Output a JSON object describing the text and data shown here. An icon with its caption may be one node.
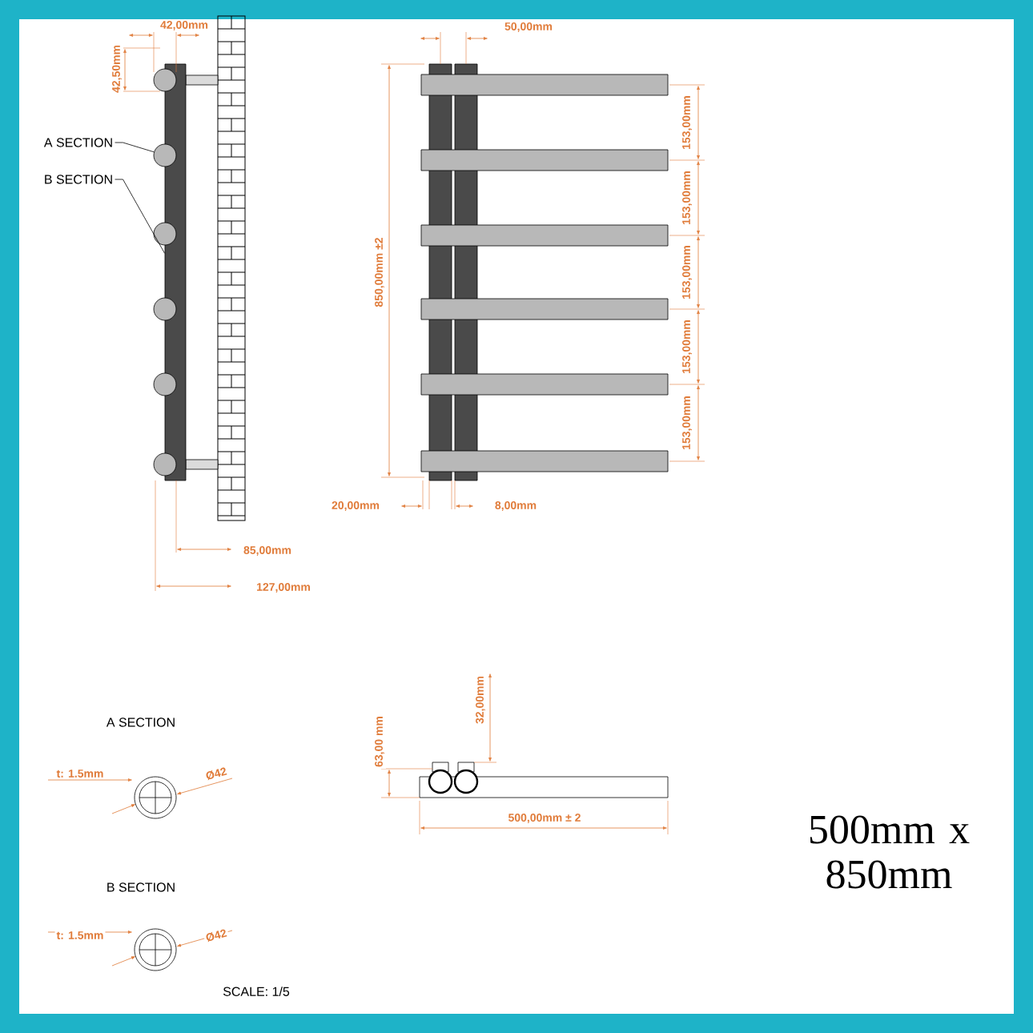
{
  "diagram": {
    "nodes": [
      {
        "text": [
          "A SECTION"
        ]
      },
      {
        "text": [
          "B SECTION"
        ]
      },
      {
        "text": [],
        "shape": "circle"
      },
      {
        "text": [],
        "shape": "bar"
      }
    ],
    "edges": [
      {
        "from": 0,
        "to": 2,
        "arrow": "none"
      },
      {
        "from": 1,
        "to": 3,
        "arrow": "none"
      }
    ],
    "labels": [
      "42,00mm",
      "42,50mm",
      "85,00mm",
      "127,00mm",
      "50,00mm",
      "850,00mm ±2",
      "153,00mm",
      "153,00mm",
      "153,00mm",
      "153,00mm",
      "153,00mm",
      "20,00mm",
      "8,00mm",
      "A SECTION",
      "t: 1.5mm",
      "Ø42",
      "B SECTION",
      "t: 1.5mm",
      "Ø42",
      "SCALE: 1/5",
      "63,00 mm",
      "32,00mm",
      "500,00mm ± 2",
      "500mm x 850mm"
    ]
  }
}
